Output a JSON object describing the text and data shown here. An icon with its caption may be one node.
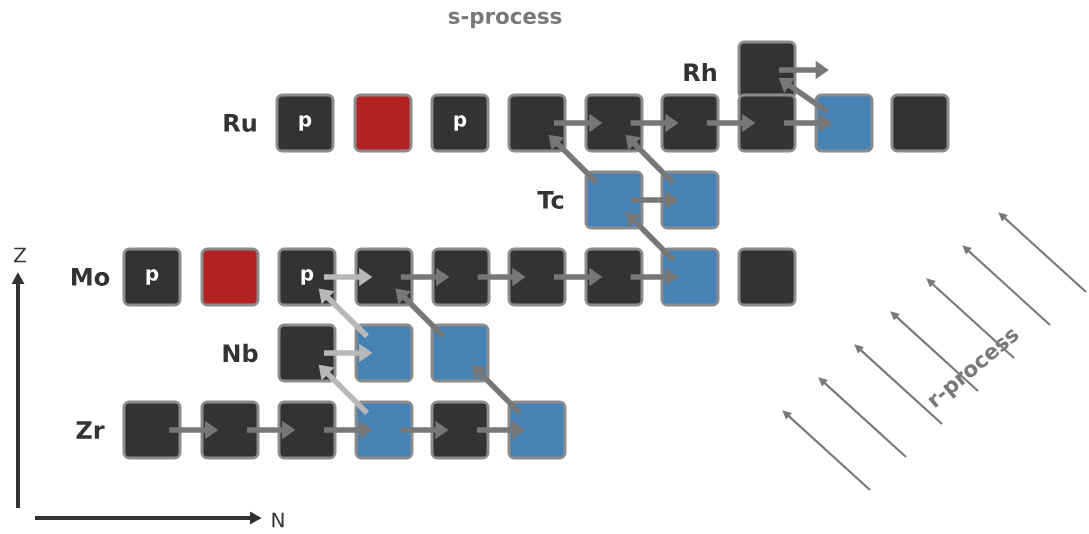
{
  "diagram": {
    "nodes": [
      {
        "text": [],
        "shape": "box"
      },
      {
        "text": [
          "p"
        ]
      },
      {
        "text": [],
        "shape": "box"
      },
      {
        "text": [
          "p"
        ]
      },
      {
        "text": [],
        "shape": "box"
      },
      {
        "text": [],
        "shape": "box"
      },
      {
        "text": [],
        "shape": "box"
      },
      {
        "text": [],
        "shape": "box"
      },
      {
        "text": [],
        "shape": "box"
      },
      {
        "text": [],
        "shape": "box"
      },
      {
        "text": [],
        "shape": "box"
      },
      {
        "text": [],
        "shape": "box"
      },
      {
        "text": [
          "p"
        ]
      },
      {
        "text": [],
        "shape": "box"
      },
      {
        "text": [
          "p"
        ]
      },
      {
        "text": [],
        "shape": "box"
      },
      {
        "text": [],
        "shape": "box"
      },
      {
        "text": [],
        "shape": "box"
      },
      {
        "text": [],
        "shape": "box"
      },
      {
        "text": [],
        "shape": "box"
      },
      {
        "text": [],
        "shape": "box"
      },
      {
        "text": [],
        "shape": "box"
      },
      {
        "text": [],
        "shape": "box"
      },
      {
        "text": [],
        "shape": "box"
      },
      {
        "text": [],
        "shape": "box"
      },
      {
        "text": [],
        "shape": "box"
      },
      {
        "text": [],
        "shape": "box"
      },
      {
        "text": [],
        "shape": "box"
      },
      {
        "text": [],
        "shape": "box"
      },
      {
        "text": [],
        "shape": "box"
      }
    ],
    "edges": [
      {
        "from": 24,
        "to": 25,
        "arrow": "to"
      },
      {
        "from": 25,
        "to": 26,
        "arrow": "to"
      },
      {
        "from": 26,
        "to": 27,
        "arrow": "to"
      },
      {
        "from": 27,
        "to": 28,
        "arrow": "to"
      },
      {
        "from": 28,
        "to": 29,
        "arrow": "to"
      },
      {
        "from": 29,
        "to": 23,
        "arrow": "to"
      },
      {
        "from": 27,
        "to": 21,
        "arrow": "to",
        "color": "#b8b8b8"
      },
      {
        "from": 21,
        "to": 22,
        "arrow": "to",
        "color": "#b8b8b8"
      },
      {
        "from": 22,
        "to": 14,
        "arrow": "to",
        "color": "#b8b8b8"
      },
      {
        "from": 23,
        "to": 15,
        "arrow": "to"
      },
      {
        "from": 14,
        "to": 15,
        "arrow": "to",
        "color": "#b8b8b8"
      },
      {
        "from": 15,
        "to": 16,
        "arrow": "to"
      },
      {
        "from": 16,
        "to": 17,
        "arrow": "to"
      },
      {
        "from": 17,
        "to": 18,
        "arrow": "to"
      },
      {
        "from": 18,
        "to": 19,
        "arrow": "to"
      },
      {
        "from": 19,
        "to": 10,
        "arrow": "to"
      },
      {
        "from": 10,
        "to": 11,
        "arrow": "to"
      },
      {
        "from": 10,
        "to": 4,
        "arrow": "to"
      },
      {
        "from": 11,
        "to": 5,
        "arrow": "to"
      },
      {
        "from": 4,
        "to": 5,
        "arrow": "to"
      },
      {
        "from": 5,
        "to": 6,
        "arrow": "to"
      },
      {
        "from": 6,
        "to": 7,
        "arrow": "to"
      },
      {
        "from": 7,
        "to": 8,
        "arrow": "to"
      },
      {
        "from": 8,
        "to": 0,
        "arrow": "to"
      },
      {
        "from": 0,
        "to": null,
        "arrow": "to"
      }
    ],
    "labels": [
      "s-process",
      "Rh",
      "Ru",
      "Tc",
      "Z",
      "Mo",
      "Nb",
      "r-process",
      "Zr",
      "N"
    ]
  }
}
